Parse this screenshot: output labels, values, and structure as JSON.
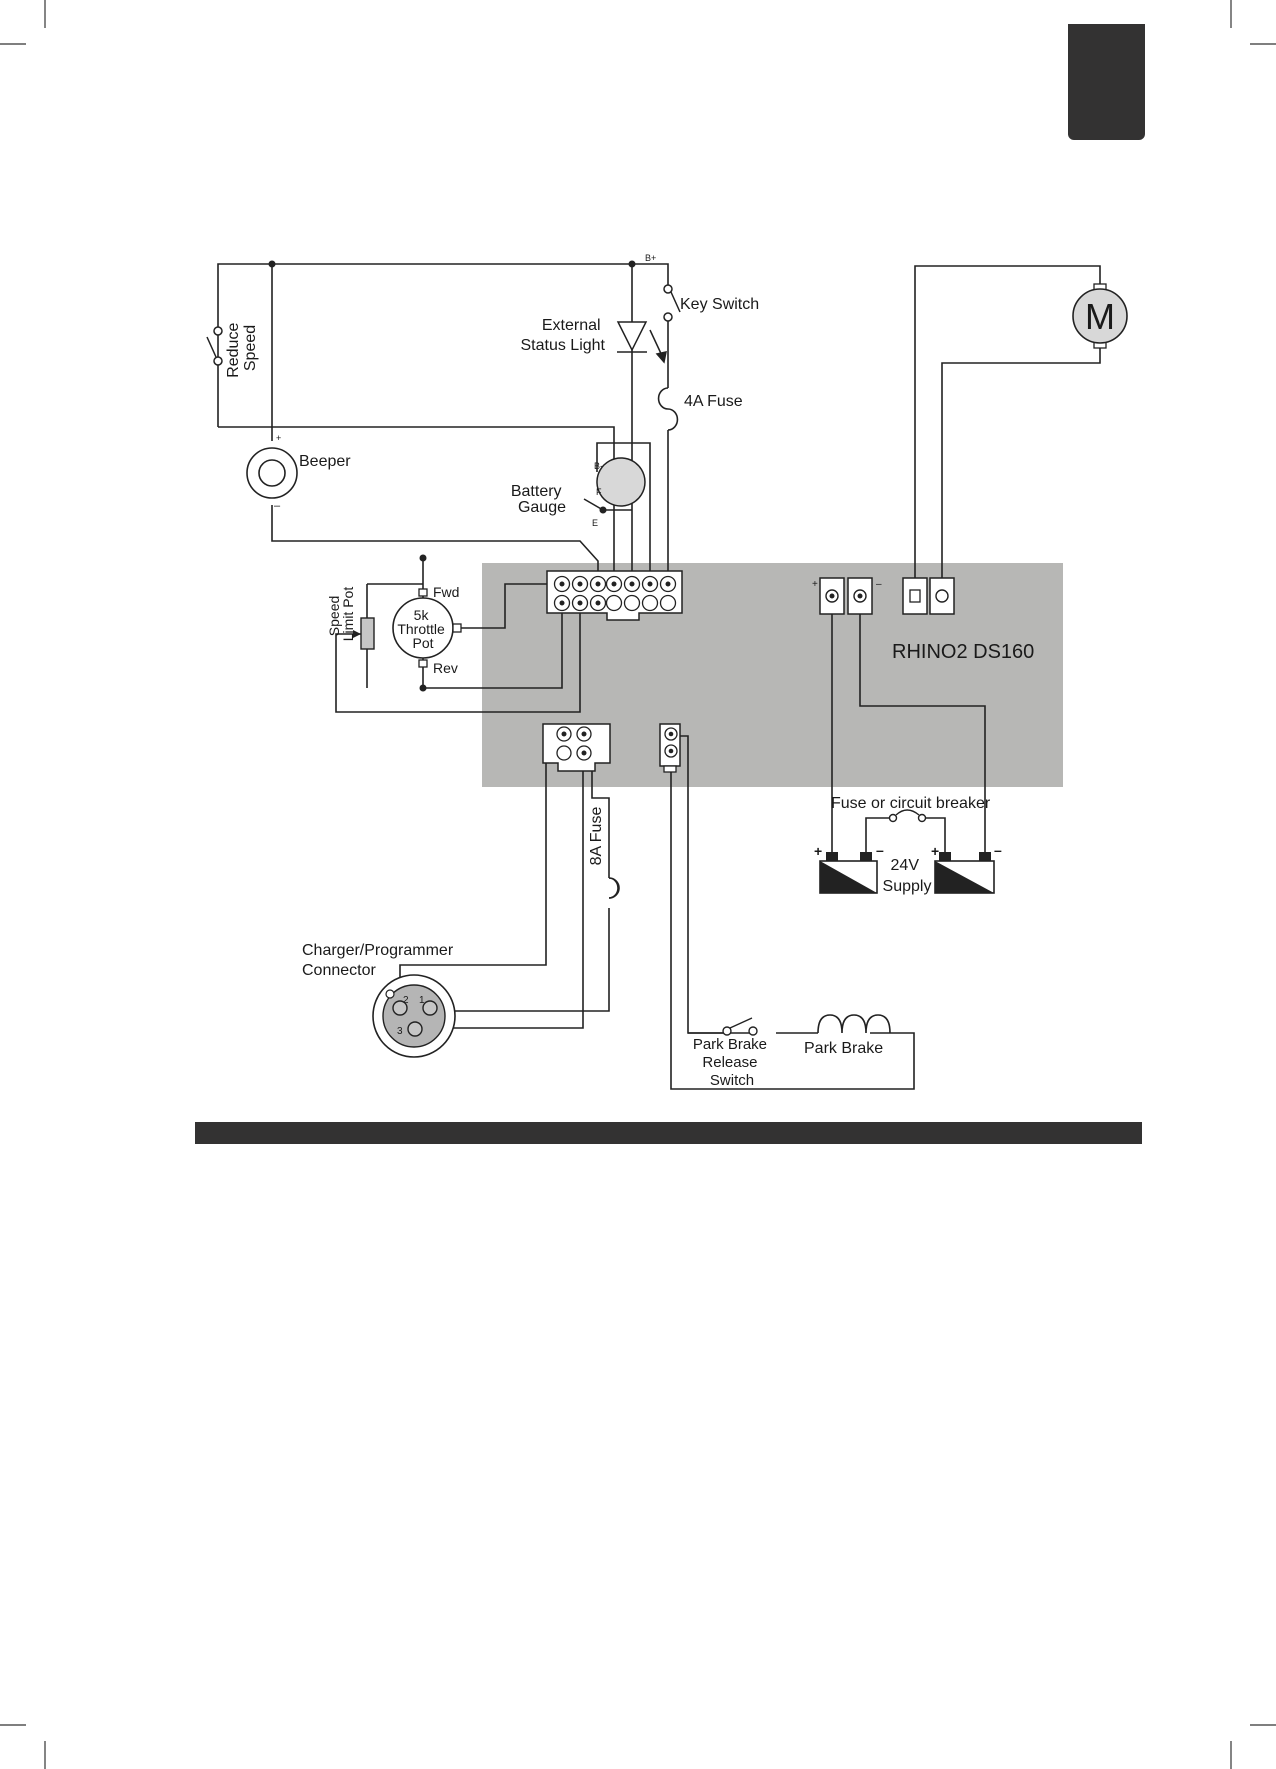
{
  "page": {
    "background": "#ffffff",
    "ink": "#222222",
    "tab_color": "#333232",
    "bar_color": "#333232"
  },
  "controller": {
    "name": "RHINO2 DS160",
    "fill": "#b7b7b5"
  },
  "labels": {
    "b_plus": "B+",
    "key_switch": "Key Switch",
    "external_status_light": [
      "External",
      "Status Light"
    ],
    "fuse_4a": "4A Fuse",
    "reduce_speed": [
      "Reduce",
      "Speed"
    ],
    "beeper": "Beeper",
    "beeper_plus": "+",
    "beeper_minus": "–",
    "battery_gauge": [
      "Battery",
      "Gauge"
    ],
    "gauge_b_minus": "B-",
    "gauge_f": "F",
    "gauge_e": "E",
    "speed_limit_pot": [
      "Speed",
      "Limit Pot"
    ],
    "throttle_pot": [
      "5k",
      "Throttle",
      "Pot"
    ],
    "fwd": "Fwd",
    "rev": "Rev",
    "motor": "M",
    "battery_plus": "+",
    "battery_minus": "–",
    "fuse_breaker": "Fuse or circuit breaker",
    "supply": [
      "24V",
      "Supply"
    ],
    "fuse_8a": "8A Fuse",
    "charger_connector": [
      "Charger/Programmer",
      "Connector"
    ],
    "pin1": "1",
    "pin2": "2",
    "pin3": "3",
    "park_brake_switch": [
      "Park Brake",
      "Release",
      "Switch"
    ],
    "park_brake": "Park Brake"
  }
}
